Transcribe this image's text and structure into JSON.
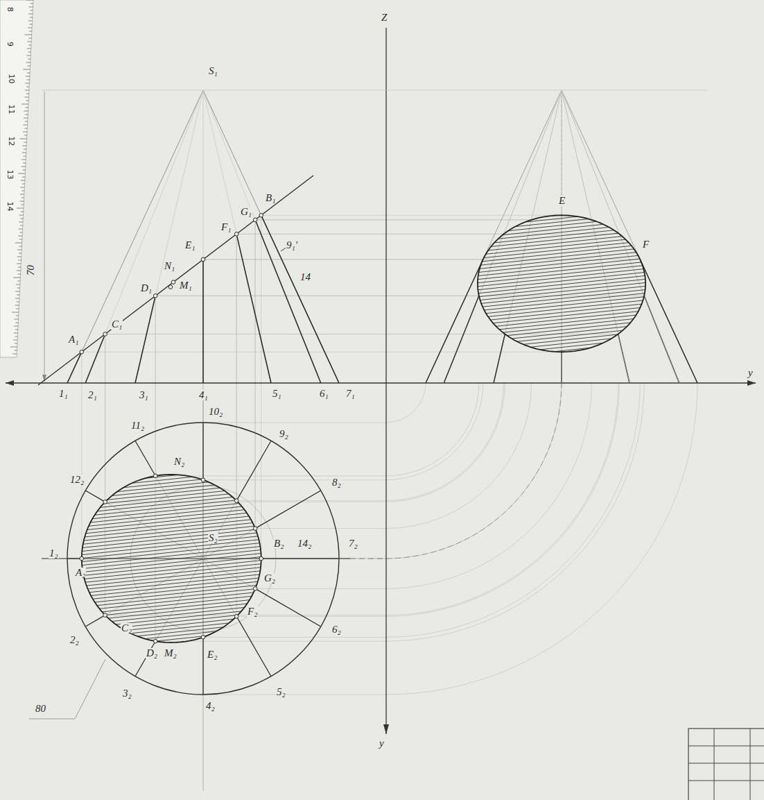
{
  "diagram": {
    "labels": [
      "Z",
      "S₁",
      "B₁",
      "G₁",
      "F₁",
      "E₁",
      "N₁",
      "M₁",
      "D₁",
      "C₁",
      "A₁",
      "9₁'",
      "14",
      "70",
      "1₁",
      "2₁",
      "3₁",
      "4₁",
      "5₁",
      "6₁",
      "7₁",
      "y",
      "10₂",
      "11₂",
      "9₂",
      "N₂",
      "12₂",
      "8₂",
      "S₂",
      "1₂",
      "A₂",
      "B₂",
      "14₂",
      "7₂",
      "G₂",
      "F₂",
      "C₂",
      "2₂",
      "6₂",
      "D₂",
      "M₂",
      "E₂",
      "3₂",
      "5₂",
      "4₂",
      "80",
      "y",
      "E",
      "F",
      "8",
      "9",
      "10",
      "11",
      "12",
      "13",
      "14"
    ]
  }
}
